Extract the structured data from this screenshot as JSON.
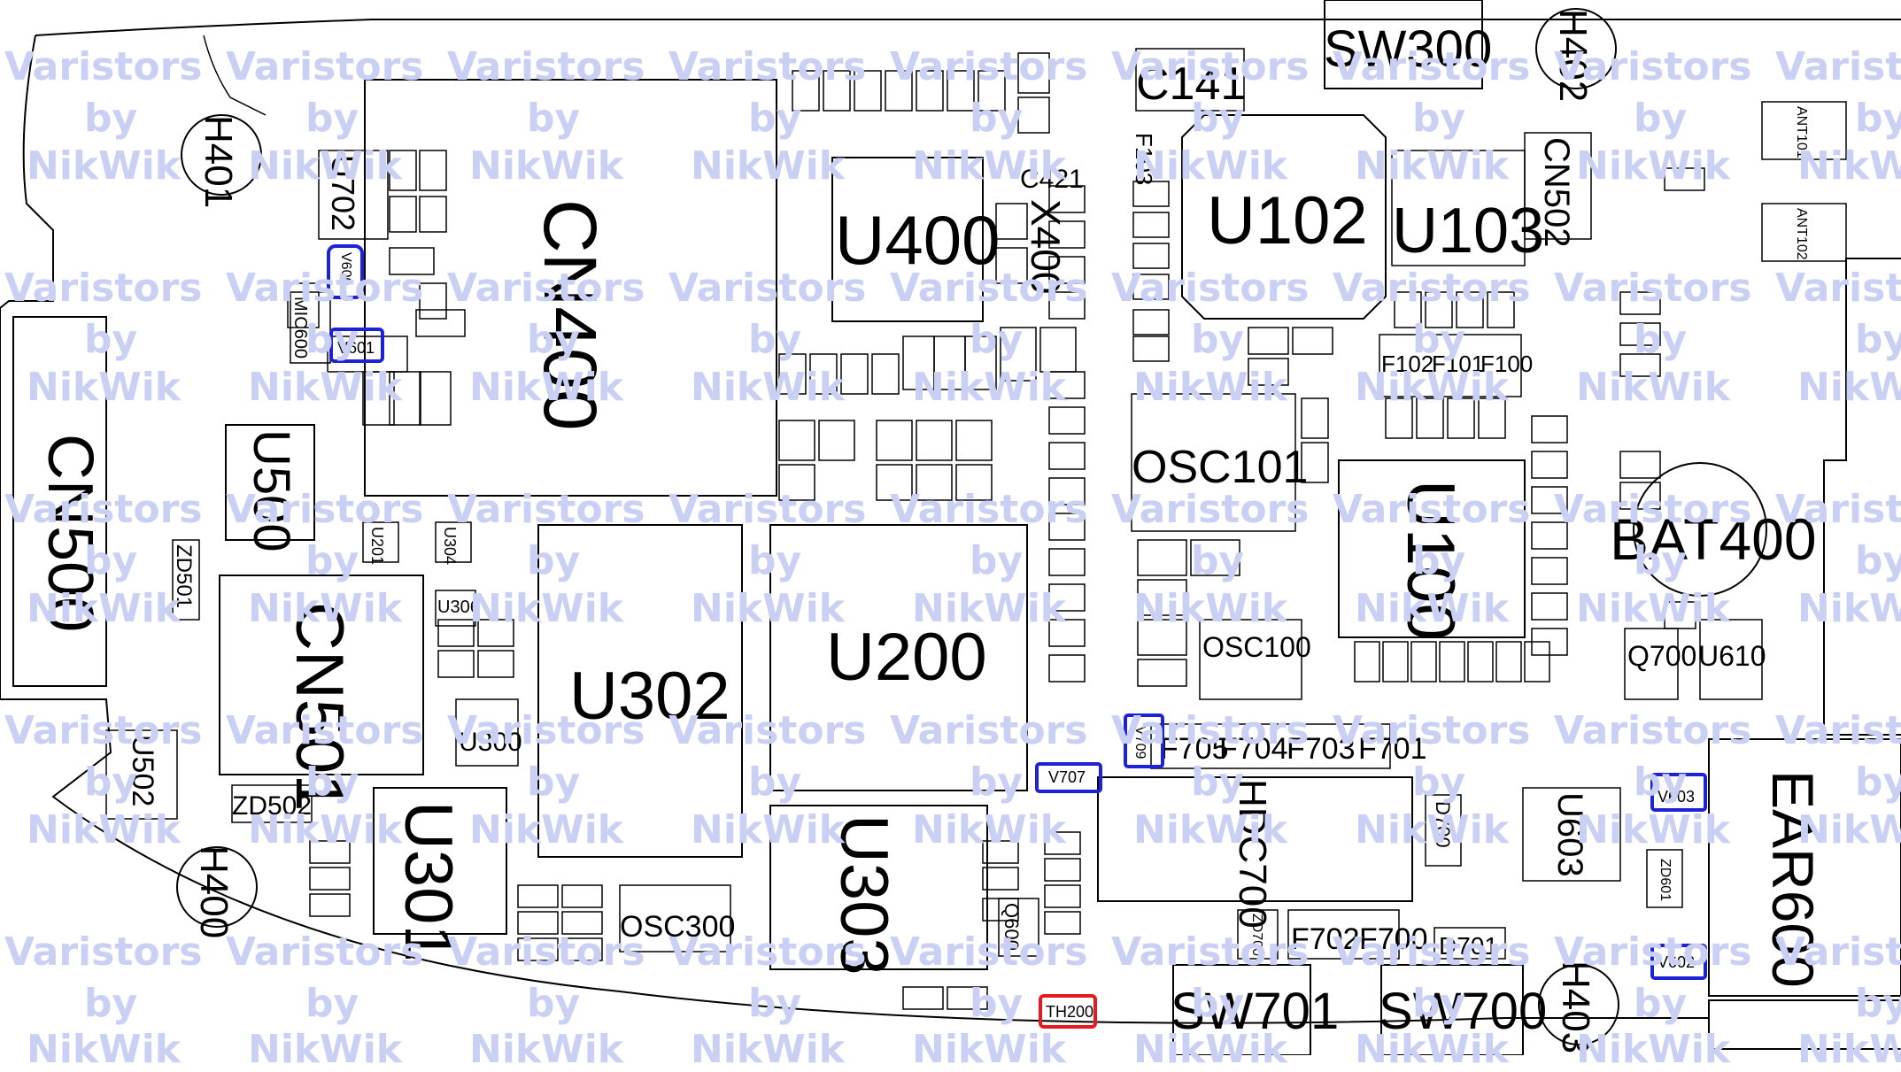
{
  "watermark": {
    "line1": "Varistors",
    "line2": "by",
    "line3": "NikWik"
  },
  "colors": {
    "ink": "#000000",
    "highlight_blue": "#1e22d6",
    "highlight_red": "#e8191e",
    "watermark": "#c9d0f3"
  },
  "labels": {
    "cn400": "CN400",
    "cn500": "CN500",
    "cn501": "CN501",
    "u400": "U400",
    "u102": "U102",
    "u103": "U103",
    "u100": "U100",
    "u200": "U200",
    "u302": "U302",
    "u301": "U301",
    "u303": "U303",
    "u500": "U500",
    "u502": "U502",
    "u702": "U702",
    "u300": "U300",
    "u306": "U306",
    "u201": "U201",
    "u304": "U304",
    "u603": "U603",
    "u610": "U610",
    "q700": "Q700",
    "q600": "Q600",
    "sw300": "SW300",
    "sw701": "SW701",
    "sw700": "SW700",
    "h400": "H400",
    "h401": "H401",
    "h402": "H402",
    "h403": "H403",
    "c141": "C141",
    "c421": "C421",
    "x400": "X400",
    "f103": "F103",
    "f102": "F102",
    "f101": "F101",
    "f100": "F100",
    "f705": "F705",
    "f704": "F704",
    "f703": "F703",
    "f701": "F701",
    "f702": "F702",
    "f700": "F700",
    "cn502": "CN502",
    "ant101": "ANT101",
    "ant102": "ANT102",
    "osc101": "OSC101",
    "osc100": "OSC100",
    "osc300": "OSC300",
    "bat400": "BAT400",
    "ear600": "EAR600",
    "hdc700": "HDC700",
    "d700": "D700",
    "d701": "D701",
    "zd700": "ZD700",
    "zd601": "ZD601",
    "zd501": "ZD501",
    "zd502": "ZD502",
    "mic600": "MIC600",
    "v600": "V600",
    "v601": "V601",
    "v707": "V707",
    "v709": "V709",
    "v603": "V603",
    "v602": "V602",
    "th200": "TH200"
  }
}
